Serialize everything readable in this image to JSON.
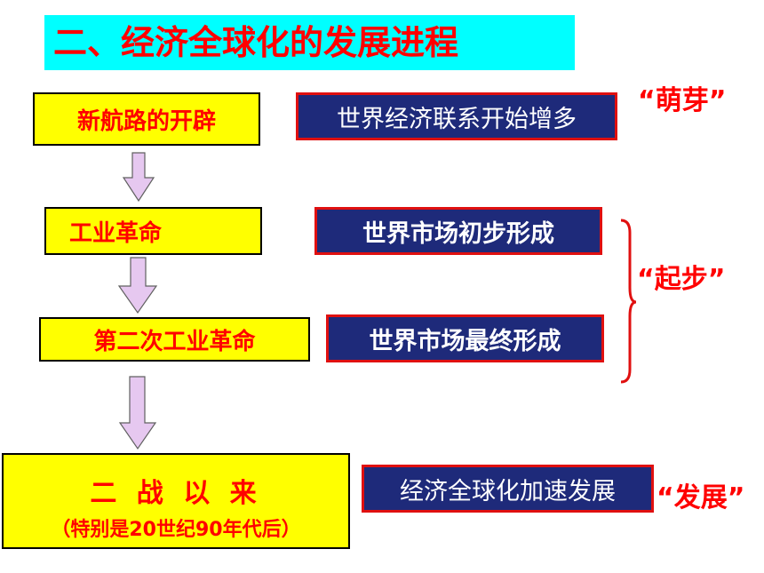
{
  "title": "二、经济全球化的发展进程",
  "stages": [
    {
      "label": "新航路的开辟"
    },
    {
      "label": "工业革命"
    },
    {
      "label": "第二次工业革命"
    },
    {
      "label": "二 战 以 来",
      "sublabel": "（特别是20世纪90年代后）"
    }
  ],
  "effects": [
    "世界经济联系开始增多",
    "世界市场初步形成",
    "世界市场最终形成",
    "经济全球化加速发展"
  ],
  "phases": {
    "sprout": "“萌芽”",
    "start": "“起步”",
    "develop": "“发展”"
  },
  "colors": {
    "title_bg": "#00FFFF",
    "title_text": "#FF0000",
    "stage_bg": "#FFFF00",
    "effect_bg": "#1E2A7A",
    "effect_border": "#E01010",
    "arrow_fill": "#E6C8F0",
    "brace": "#E01010"
  }
}
